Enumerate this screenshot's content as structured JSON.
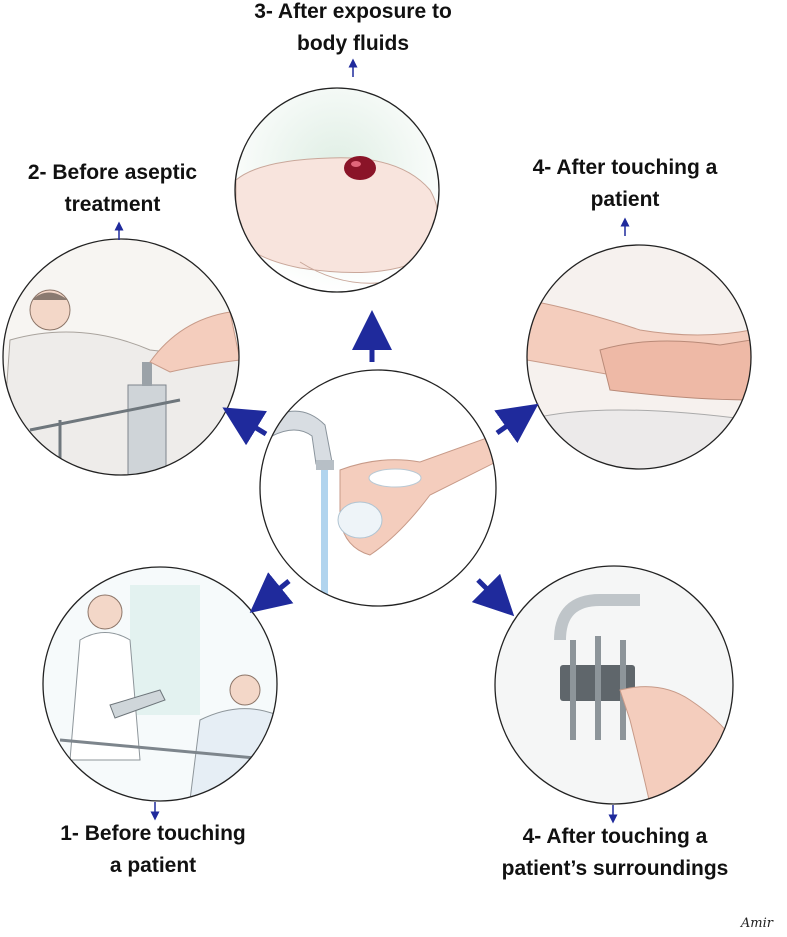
{
  "moments": {
    "m1": {
      "line1": "1- Before touching",
      "line2": "a patient"
    },
    "m2": {
      "line1": "2- Before aseptic",
      "line2": "treatment"
    },
    "m3": {
      "line1": "3- After exposure to",
      "line2": "body fluids"
    },
    "m4": {
      "line1": "4- After touching a",
      "line2": "patient"
    },
    "m5": {
      "line1": "4- After touching a",
      "line2": "patient’s surroundings"
    }
  },
  "signature": "Amir",
  "colors": {
    "arrow": "#1f2a9c",
    "circle_stroke": "#222222",
    "skin": "#f4cdbd",
    "blood": "#8a1428"
  }
}
